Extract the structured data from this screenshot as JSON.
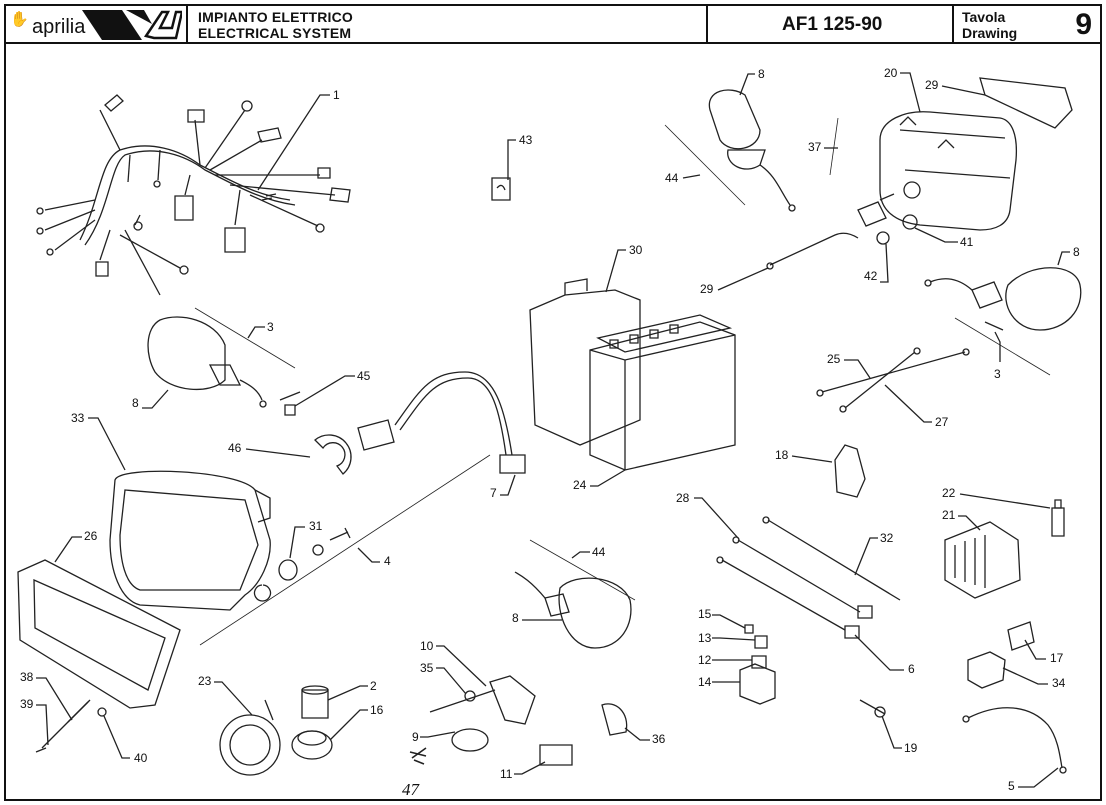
{
  "header": {
    "brand": "aprilia",
    "title_it": "IMPIANTO ELETTRICO",
    "title_en": "ELECTRICAL SYSTEM",
    "model": "AF1 125-90",
    "tavola_it": "Tavola",
    "tavola_en": "Drawing",
    "tavola_number": "9"
  },
  "callouts": [
    "1",
    "43",
    "8",
    "20",
    "29",
    "37",
    "44",
    "30",
    "41",
    "42",
    "29",
    "8",
    "3",
    "45",
    "3",
    "8",
    "33",
    "46",
    "31",
    "4",
    "25",
    "27",
    "7",
    "24",
    "18",
    "22",
    "21",
    "28",
    "32",
    "26",
    "44",
    "8",
    "15",
    "13",
    "12",
    "14",
    "6",
    "17",
    "34",
    "38",
    "39",
    "40",
    "23",
    "2",
    "16",
    "10",
    "35",
    "9",
    "36",
    "11",
    "19",
    "5"
  ],
  "handwritten": "47"
}
